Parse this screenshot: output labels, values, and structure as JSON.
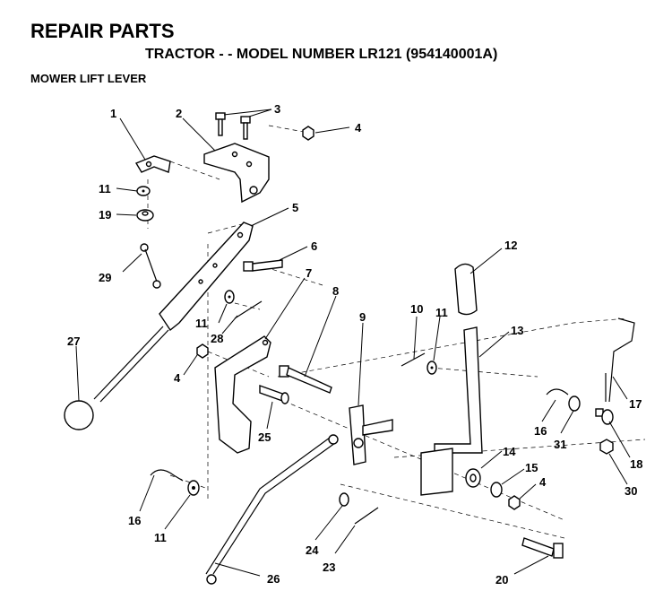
{
  "header": {
    "title": "REPAIR PARTS",
    "subtitle": "TRACTOR - - MODEL NUMBER LR121 (954140001A)",
    "section": "MOWER LIFT LEVER"
  },
  "callouts": {
    "c1": "1",
    "c2": "2",
    "c3": "3",
    "c4a": "4",
    "c4b": "4",
    "c4c": "4",
    "c5": "5",
    "c6": "6",
    "c7": "7",
    "c8": "8",
    "c9": "9",
    "c10": "10",
    "c11a": "11",
    "c11b": "11",
    "c11c": "11",
    "c11d": "11",
    "c12": "12",
    "c13": "13",
    "c14": "14",
    "c15": "15",
    "c16a": "16",
    "c16b": "16",
    "c17": "17",
    "c18": "18",
    "c19": "19",
    "c20": "20",
    "c23": "23",
    "c24": "24",
    "c25": "25",
    "c26": "26",
    "c27": "27",
    "c28": "28",
    "c29": "29",
    "c30": "30",
    "c31": "31"
  }
}
